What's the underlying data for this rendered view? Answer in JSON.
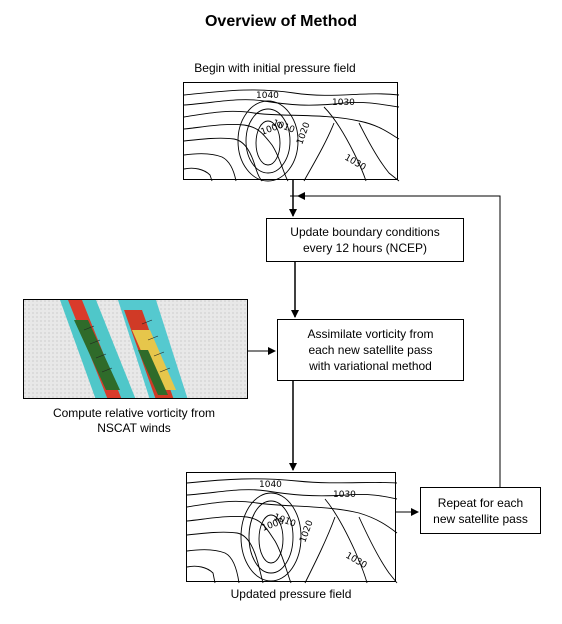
{
  "title": "Overview of Method",
  "initial_caption": "Begin with initial pressure field",
  "boxes": {
    "update_line1": "Update boundary conditions",
    "update_line2": "every 12 hours (NCEP)",
    "assimilate_line1": "Assimilate vorticity from",
    "assimilate_line2": "each new satellite pass",
    "assimilate_line3": "with variational method",
    "repeat_line1": "Repeat for each",
    "repeat_line2": "new satellite pass"
  },
  "vorticity_caption_line1": "Compute relative vorticity from",
  "vorticity_caption_line2": "NSCAT winds",
  "updated_caption": "Updated pressure field",
  "contour_labels_top": [
    "1040",
    "1030",
    "1010",
    "1000",
    "1020",
    "1030"
  ],
  "contour_labels_bottom": [
    "1040",
    "1030",
    "1010",
    "1000",
    "1020",
    "1030"
  ],
  "colors": {
    "arrow": "#000000",
    "feedback_line": "#000000"
  }
}
